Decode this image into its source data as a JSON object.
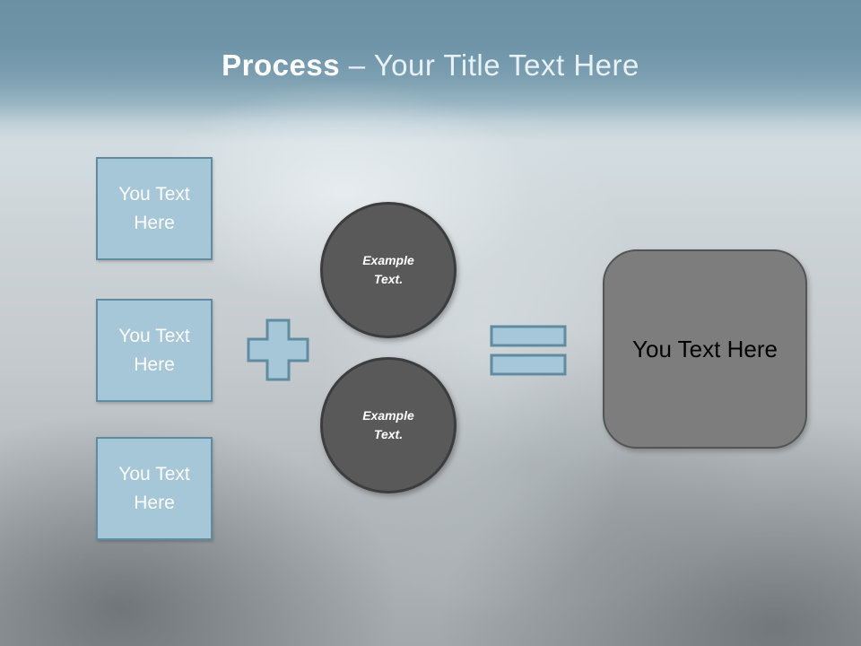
{
  "title": {
    "bold": "Process",
    "rest": " – Your Title Text Here"
  },
  "left_boxes": [
    {
      "label": "You Text Here"
    },
    {
      "label": "You Text Here"
    },
    {
      "label": "You Text Here"
    }
  ],
  "operators": {
    "plus_icon": "plus",
    "equals_icon": "equals"
  },
  "circles": [
    {
      "label": "Example Text."
    },
    {
      "label": "Example Text."
    }
  ],
  "result_box": {
    "label": "You Text Here"
  },
  "colors": {
    "band_blue": "#6b90a4",
    "shape_blue_fill": "#a6c7d7",
    "shape_blue_border": "#5f8ca1",
    "circle_gray_fill": "#595959",
    "circle_gray_border": "#3d3d3d",
    "result_gray_fill": "#7d7d7d",
    "result_gray_border": "#545454",
    "title_color": "#ffffff"
  }
}
